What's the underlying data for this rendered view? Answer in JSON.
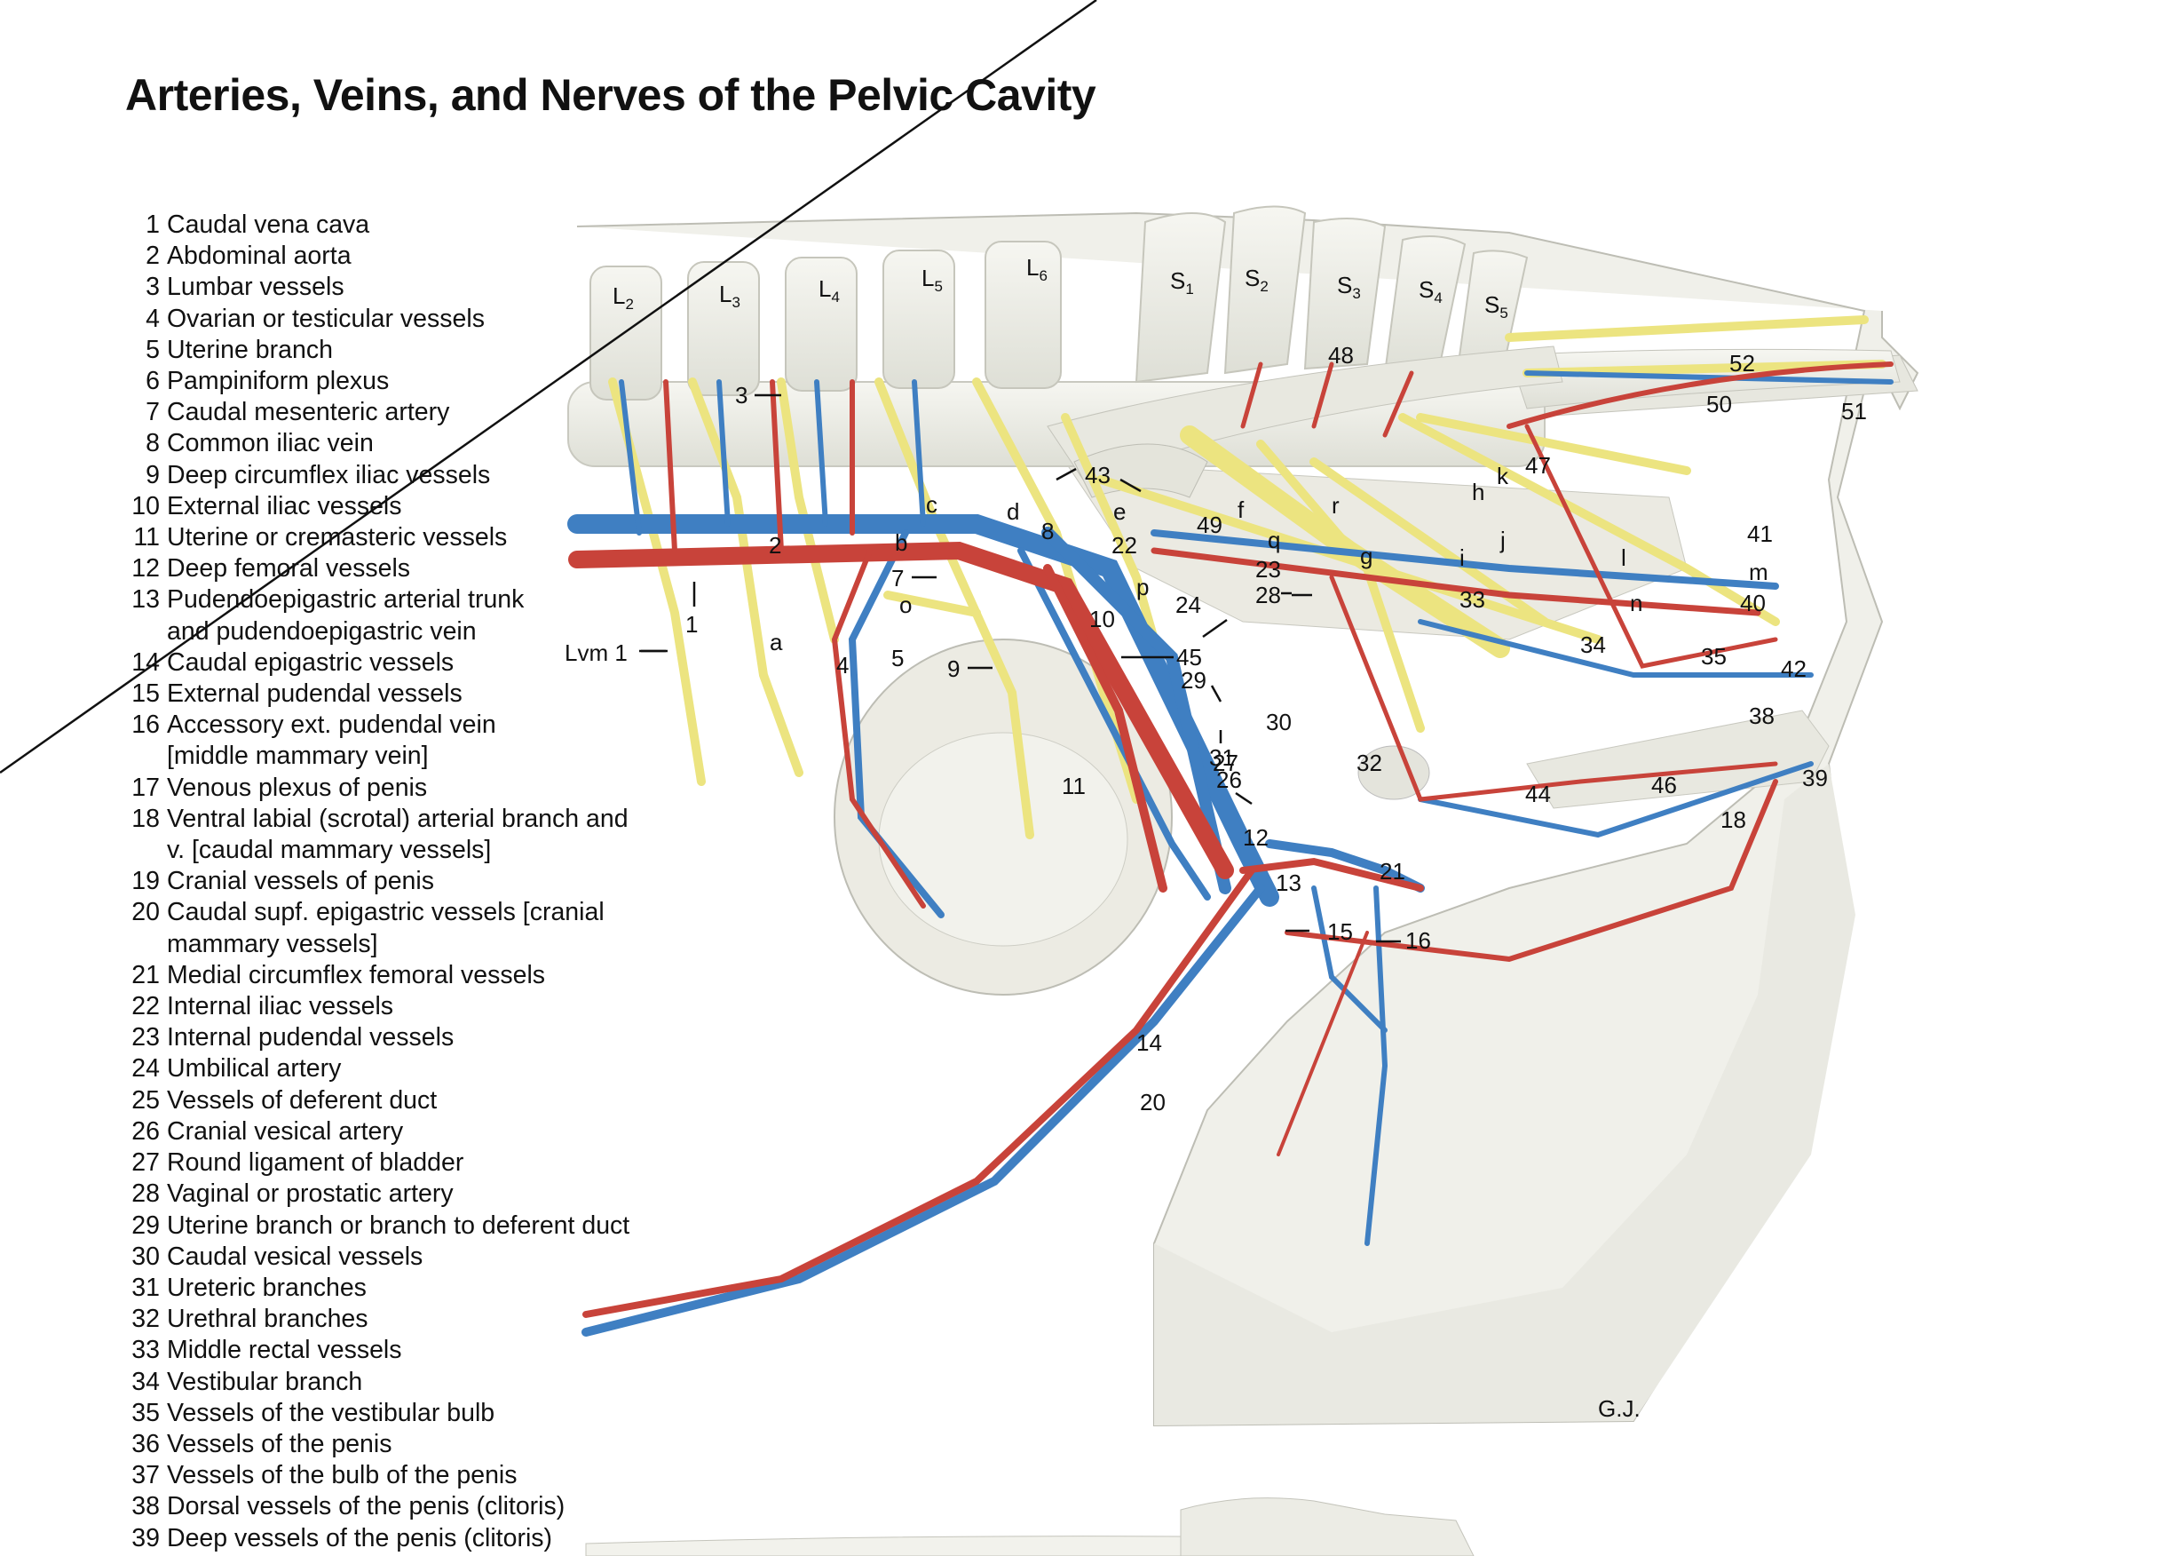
{
  "title": "Arteries, Veins, and Nerves of the Pelvic Cavity",
  "legend": [
    {
      "n": "1",
      "text": "Caudal vena cava"
    },
    {
      "n": "2",
      "text": "Abdominal aorta"
    },
    {
      "n": "3",
      "text": "Lumbar vessels"
    },
    {
      "n": "4",
      "text": "Ovarian or testicular vessels"
    },
    {
      "n": "5",
      "text": "Uterine branch"
    },
    {
      "n": "6",
      "text": "Pampiniform plexus"
    },
    {
      "n": "7",
      "text": "Caudal mesenteric artery"
    },
    {
      "n": "8",
      "text": "Common iliac vein"
    },
    {
      "n": "9",
      "text": "Deep circumflex iliac vessels"
    },
    {
      "n": "10",
      "text": "External iliac vessels"
    },
    {
      "n": "11",
      "text": "Uterine or cremasteric vessels"
    },
    {
      "n": "12",
      "text": "Deep femoral vessels"
    },
    {
      "n": "13",
      "text": "Pudendoepigastric arterial trunk"
    },
    {
      "n": "",
      "text": "and pudendoepigastric vein"
    },
    {
      "n": "14",
      "text": "Caudal epigastric vessels"
    },
    {
      "n": "15",
      "text": "External pudendal vessels"
    },
    {
      "n": "16",
      "text": "Accessory ext. pudendal vein"
    },
    {
      "n": "",
      "text": "[middle mammary vein]"
    },
    {
      "n": "17",
      "text": "Venous plexus of penis"
    },
    {
      "n": "18",
      "text": "Ventral labial (scrotal) arterial branch and"
    },
    {
      "n": "",
      "text": "v. [caudal mammary vessels]"
    },
    {
      "n": "19",
      "text": "Cranial vessels of penis"
    },
    {
      "n": "20",
      "text": "Caudal supf. epigastric vessels [cranial"
    },
    {
      "n": "",
      "text": "mammary vessels]"
    },
    {
      "n": "21",
      "text": "Medial circumflex femoral vessels"
    },
    {
      "n": "22",
      "text": "Internal iliac vessels"
    },
    {
      "n": "23",
      "text": "Internal pudendal vessels"
    },
    {
      "n": "24",
      "text": "Umbilical artery"
    },
    {
      "n": "25",
      "text": "Vessels of deferent duct"
    },
    {
      "n": "26",
      "text": "Cranial vesical artery"
    },
    {
      "n": "27",
      "text": "Round ligament of bladder"
    },
    {
      "n": "28",
      "text": "Vaginal or prostatic artery"
    },
    {
      "n": "29",
      "text": "Uterine branch or branch to deferent duct"
    },
    {
      "n": "30",
      "text": "Caudal vesical vessels"
    },
    {
      "n": "31",
      "text": "Ureteric branches"
    },
    {
      "n": "32",
      "text": "Urethral branches"
    },
    {
      "n": "33",
      "text": "Middle rectal vessels"
    },
    {
      "n": "34",
      "text": "Vestibular branch"
    },
    {
      "n": "35",
      "text": "Vessels of the vestibular bulb"
    },
    {
      "n": "36",
      "text": "Vessels of the penis"
    },
    {
      "n": "37",
      "text": "Vessels of the bulb of the penis"
    },
    {
      "n": "38",
      "text": "Dorsal vessels of the penis (clitoris)"
    },
    {
      "n": "39",
      "text": "Deep vessels of the penis (clitoris)"
    }
  ],
  "vertebra_labels": {
    "L2": {
      "main": "L",
      "sub": "2"
    },
    "L3": {
      "main": "L",
      "sub": "3"
    },
    "L4": {
      "main": "L",
      "sub": "4"
    },
    "L5": {
      "main": "L",
      "sub": "5"
    },
    "L6": {
      "main": "L",
      "sub": "6"
    },
    "S1": {
      "main": "S",
      "sub": "1"
    },
    "S2": {
      "main": "S",
      "sub": "2"
    },
    "S3": {
      "main": "S",
      "sub": "3"
    },
    "S4": {
      "main": "S",
      "sub": "4"
    },
    "S5": {
      "main": "S",
      "sub": "5"
    }
  },
  "figure_labels": {
    "n1": "1",
    "n2": "2",
    "n3": "3",
    "n4": "4",
    "n5": "5",
    "n7": "7",
    "n8": "8",
    "n9": "9",
    "n10": "10",
    "n11": "11",
    "n12": "12",
    "n13": "13",
    "n14": "14",
    "n15": "15",
    "n16": "16",
    "n18": "18",
    "n20": "20",
    "n21": "21",
    "n22": "22",
    "n23": "23",
    "n24": "24",
    "n26": "26",
    "n27": "27",
    "n28": "28",
    "n29": "29",
    "n30": "30",
    "n31": "31",
    "n32": "32",
    "n33": "33",
    "n34": "34",
    "n35": "35",
    "n38": "38",
    "n39": "39",
    "n40": "40",
    "n41": "41",
    "n42": "42",
    "n43": "43",
    "n44": "44",
    "n45": "45",
    "n46": "46",
    "n47": "47",
    "n48": "48",
    "n49": "49",
    "n50": "50",
    "n51": "51",
    "n52": "52",
    "la": "a",
    "lb": "b",
    "lc": "c",
    "ld": "d",
    "le": "e",
    "lf": "f",
    "lg": "g",
    "lh": "h",
    "li": "i",
    "lj": "j",
    "lk": "k",
    "ll": "l",
    "lm": "m",
    "ln": "n",
    "lo": "o",
    "lp": "p",
    "lq": "q",
    "lr": "r",
    "lvm": "Lvm 1",
    "sig": "G.J."
  },
  "colors": {
    "artery": "#c8433a",
    "vein": "#3f7fc2",
    "nerve": "#ece480",
    "bone": "#eeeee6",
    "tissue": "#efefe8"
  }
}
